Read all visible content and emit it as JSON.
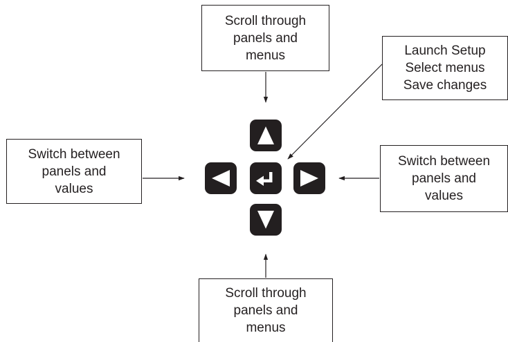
{
  "labels": {
    "top": [
      "Scroll through",
      "panels and",
      "menus"
    ],
    "setup": [
      "Launch Setup",
      "Select menus",
      "Save changes"
    ],
    "left": [
      "Switch between",
      "panels and",
      "values"
    ],
    "right": [
      "Switch between",
      "panels and",
      "values"
    ],
    "bottom": [
      "Scroll through",
      "panels and",
      "menus"
    ]
  },
  "keys": {
    "up": "up-arrow-icon",
    "left": "left-arrow-icon",
    "enter": "enter-icon",
    "right": "right-arrow-icon",
    "down": "down-arrow-icon"
  },
  "colors": {
    "key_fill": "#231f20",
    "key_symbol": "#ffffff",
    "line": "#231f20"
  }
}
